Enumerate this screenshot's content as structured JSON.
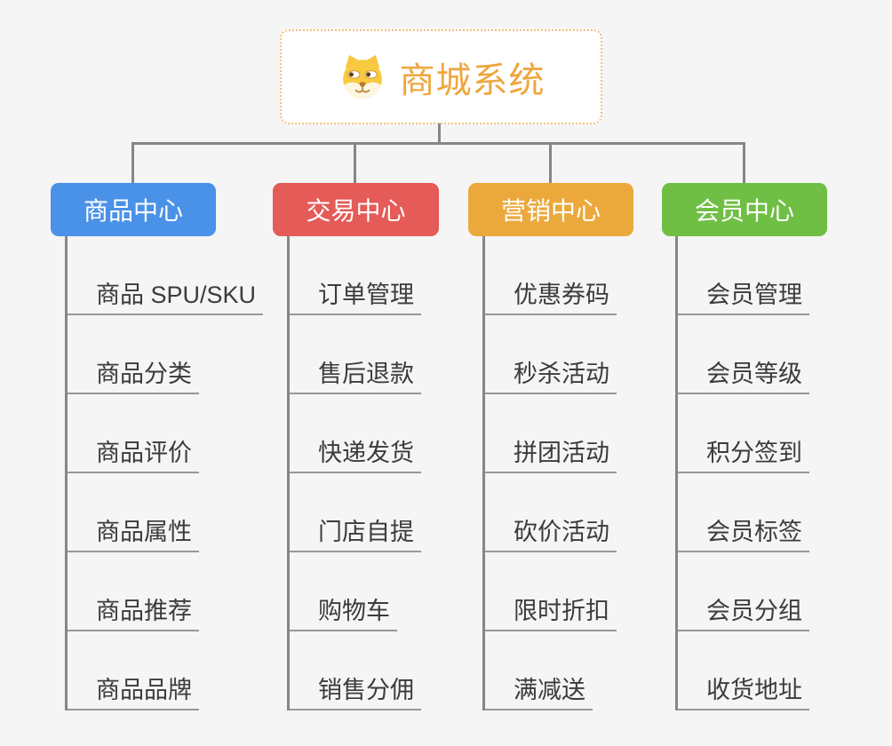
{
  "page": {
    "background": "#f5f5f5",
    "connector_color": "#868686"
  },
  "root": {
    "title": "商城系统",
    "icon": "dog-face-icon",
    "text_color": "#efa63f",
    "border_color": "#f2c27c"
  },
  "branches": [
    {
      "label": "商品中心",
      "color": "#4a91e8",
      "children": [
        "商品 SPU/SKU",
        "商品分类",
        "商品评价",
        "商品属性",
        "商品推荐",
        "商品品牌"
      ]
    },
    {
      "label": "交易中心",
      "color": "#e45b57",
      "children": [
        "订单管理",
        "售后退款",
        "快递发货",
        "门店自提",
        "购物车",
        "销售分佣"
      ]
    },
    {
      "label": "营销中心",
      "color": "#eba93c",
      "children": [
        "优惠券码",
        "秒杀活动",
        "拼团活动",
        "砍价活动",
        "限时折扣",
        "满减送"
      ]
    },
    {
      "label": "会员中心",
      "color": "#6fbf45",
      "children": [
        "会员管理",
        "会员等级",
        "积分签到",
        "会员标签",
        "会员分组",
        "收货地址"
      ]
    }
  ]
}
